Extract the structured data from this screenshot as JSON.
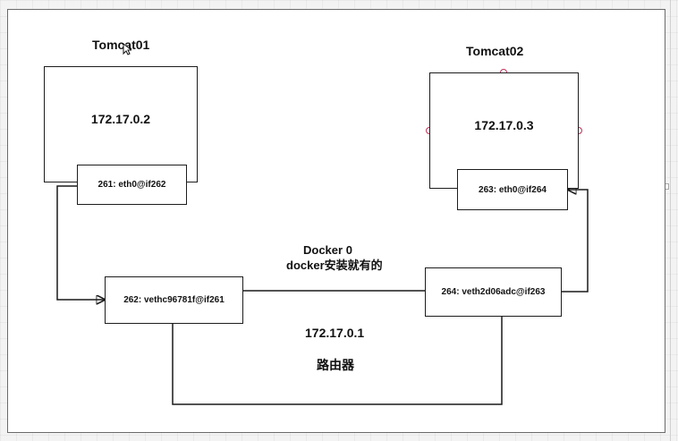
{
  "diagram": {
    "containers": [
      {
        "id": "tomcat01",
        "name": "Tomcat01",
        "ip": "172.17.0.2",
        "interface": "261: eth0@if262"
      },
      {
        "id": "tomcat02",
        "name": "Tomcat02",
        "ip": "172.17.0.3",
        "interface": "263: eth0@if264"
      }
    ],
    "bridge": {
      "title": "Docker 0",
      "subtitle": "docker安装就有的",
      "gateway_ip": "172.17.0.1",
      "router_label": "路由器",
      "ports": [
        "262: vethc96781f@if261",
        "264: veth2d06adc@if263"
      ]
    }
  },
  "colors": {
    "line": "#1a1a1a",
    "selection_handle": "#c4315a"
  },
  "icons": [
    "mouse-cursor-icon",
    "arrow-right-icon",
    "arrow-left-icon"
  ]
}
